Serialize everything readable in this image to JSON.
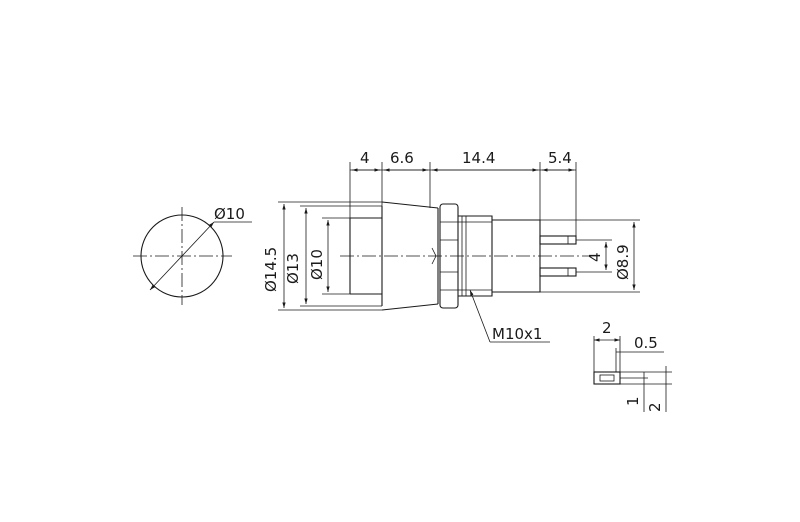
{
  "drawing": {
    "front_view": {
      "diameter_label": "Ø10"
    },
    "side_view": {
      "dims_top": [
        "4",
        "6.6",
        "14.4",
        "5.4"
      ],
      "dims_left": [
        "Ø14.5",
        "Ø13",
        "Ø10"
      ],
      "dims_right": [
        "4",
        "Ø8.9"
      ],
      "thread_label": "M10x1"
    },
    "detail_view": {
      "dims_top": [
        "2",
        "0.5"
      ],
      "dims_right": [
        "1",
        "2"
      ]
    }
  }
}
